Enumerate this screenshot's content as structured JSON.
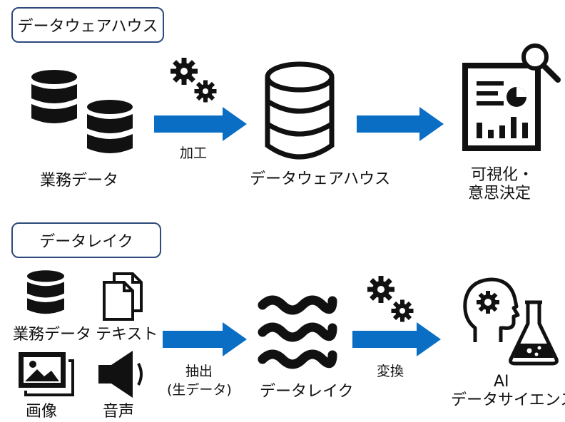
{
  "top": {
    "title": "データウェアハウス",
    "source_label": "業務データ",
    "process_label": "加工",
    "store_label": "データウェアハウス",
    "output_line1": "可視化・",
    "output_line2": "意思決定"
  },
  "bottom": {
    "title": "データレイク",
    "source_labels": [
      "業務データ",
      "テキスト",
      "画像",
      "音声"
    ],
    "extract_line1": "抽出",
    "extract_line2": "(生データ)",
    "store_label": "データレイク",
    "transform_label": "変換",
    "output_line1": "AI",
    "output_line2": "データサイエンス"
  },
  "colors": {
    "arrow": "#0a6fc4",
    "box_border": "#2e4a7a",
    "icon": "#111111"
  },
  "icons": [
    "database-icon",
    "gear-icon",
    "report-icon",
    "magnifier-icon",
    "document-icon",
    "image-icon",
    "speaker-icon",
    "wave-icon",
    "head-gear-icon",
    "flask-icon"
  ]
}
